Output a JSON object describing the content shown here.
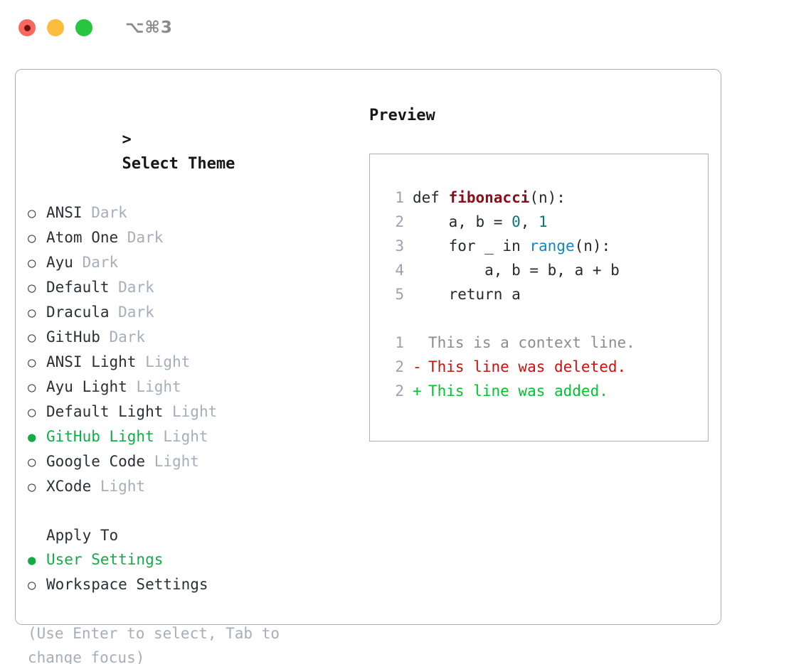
{
  "titlebar": {
    "shortcut": "⌥⌘3",
    "buttons": [
      {
        "name": "close",
        "color": "#f9685f"
      },
      {
        "name": "minimize",
        "color": "#fcbd3f"
      },
      {
        "name": "maximize",
        "color": "#28c63e"
      }
    ]
  },
  "theme_picker": {
    "caret": ">",
    "title": "Select Theme",
    "marker_unselected": "○",
    "marker_selected": "●",
    "items": [
      {
        "name": "ANSI",
        "kind": "Dark",
        "selected": false
      },
      {
        "name": "Atom One",
        "kind": "Dark",
        "selected": false
      },
      {
        "name": "Ayu",
        "kind": "Dark",
        "selected": false
      },
      {
        "name": "Default",
        "kind": "Dark",
        "selected": false
      },
      {
        "name": "Dracula",
        "kind": "Dark",
        "selected": false
      },
      {
        "name": "GitHub",
        "kind": "Dark",
        "selected": false
      },
      {
        "name": "ANSI Light",
        "kind": "Light",
        "selected": false
      },
      {
        "name": "Ayu Light",
        "kind": "Light",
        "selected": false
      },
      {
        "name": "Default Light",
        "kind": "Light",
        "selected": false
      },
      {
        "name": "GitHub Light",
        "kind": "Light",
        "selected": true
      },
      {
        "name": "Google Code",
        "kind": "Light",
        "selected": false
      },
      {
        "name": "XCode",
        "kind": "Light",
        "selected": false
      }
    ]
  },
  "apply_to": {
    "label": "Apply To",
    "options": [
      {
        "label": "User Settings",
        "selected": true
      },
      {
        "label": "Workspace Settings",
        "selected": false
      }
    ]
  },
  "hint": "(Use Enter to select, Tab to change focus)",
  "preview": {
    "title": "Preview",
    "code_lines": [
      {
        "n": "1",
        "parts": [
          {
            "t": "def ",
            "c": "plain"
          },
          {
            "t": "fibonacci",
            "c": "fn"
          },
          {
            "t": "(n):",
            "c": "plain"
          }
        ]
      },
      {
        "n": "2",
        "parts": [
          {
            "t": "    a, b = ",
            "c": "plain"
          },
          {
            "t": "0",
            "c": "num"
          },
          {
            "t": ", ",
            "c": "plain"
          },
          {
            "t": "1",
            "c": "num"
          }
        ]
      },
      {
        "n": "3",
        "parts": [
          {
            "t": "    for _ in ",
            "c": "plain"
          },
          {
            "t": "range",
            "c": "call"
          },
          {
            "t": "(n):",
            "c": "plain"
          }
        ]
      },
      {
        "n": "4",
        "parts": [
          {
            "t": "        a, b = b, a + b",
            "c": "plain"
          }
        ]
      },
      {
        "n": "5",
        "parts": [
          {
            "t": "    return a",
            "c": "plain"
          }
        ]
      }
    ],
    "diff_lines": [
      {
        "n": "1",
        "sign": " ",
        "text": "This is a context line.",
        "kind": "ctx"
      },
      {
        "n": "2",
        "sign": "-",
        "text": "This line was deleted.",
        "kind": "del"
      },
      {
        "n": "2",
        "sign": "+",
        "text": "This line was added.",
        "kind": "add"
      }
    ]
  },
  "colors": {
    "accent_green": "#13ab46",
    "muted": "#a6aebb",
    "border": "#a8b0bf",
    "fn_red": "#8c0e19",
    "num_teal": "#0d7777",
    "call_blue": "#1387bd",
    "diff_del": "#cc1111",
    "diff_add": "#00c52e"
  }
}
